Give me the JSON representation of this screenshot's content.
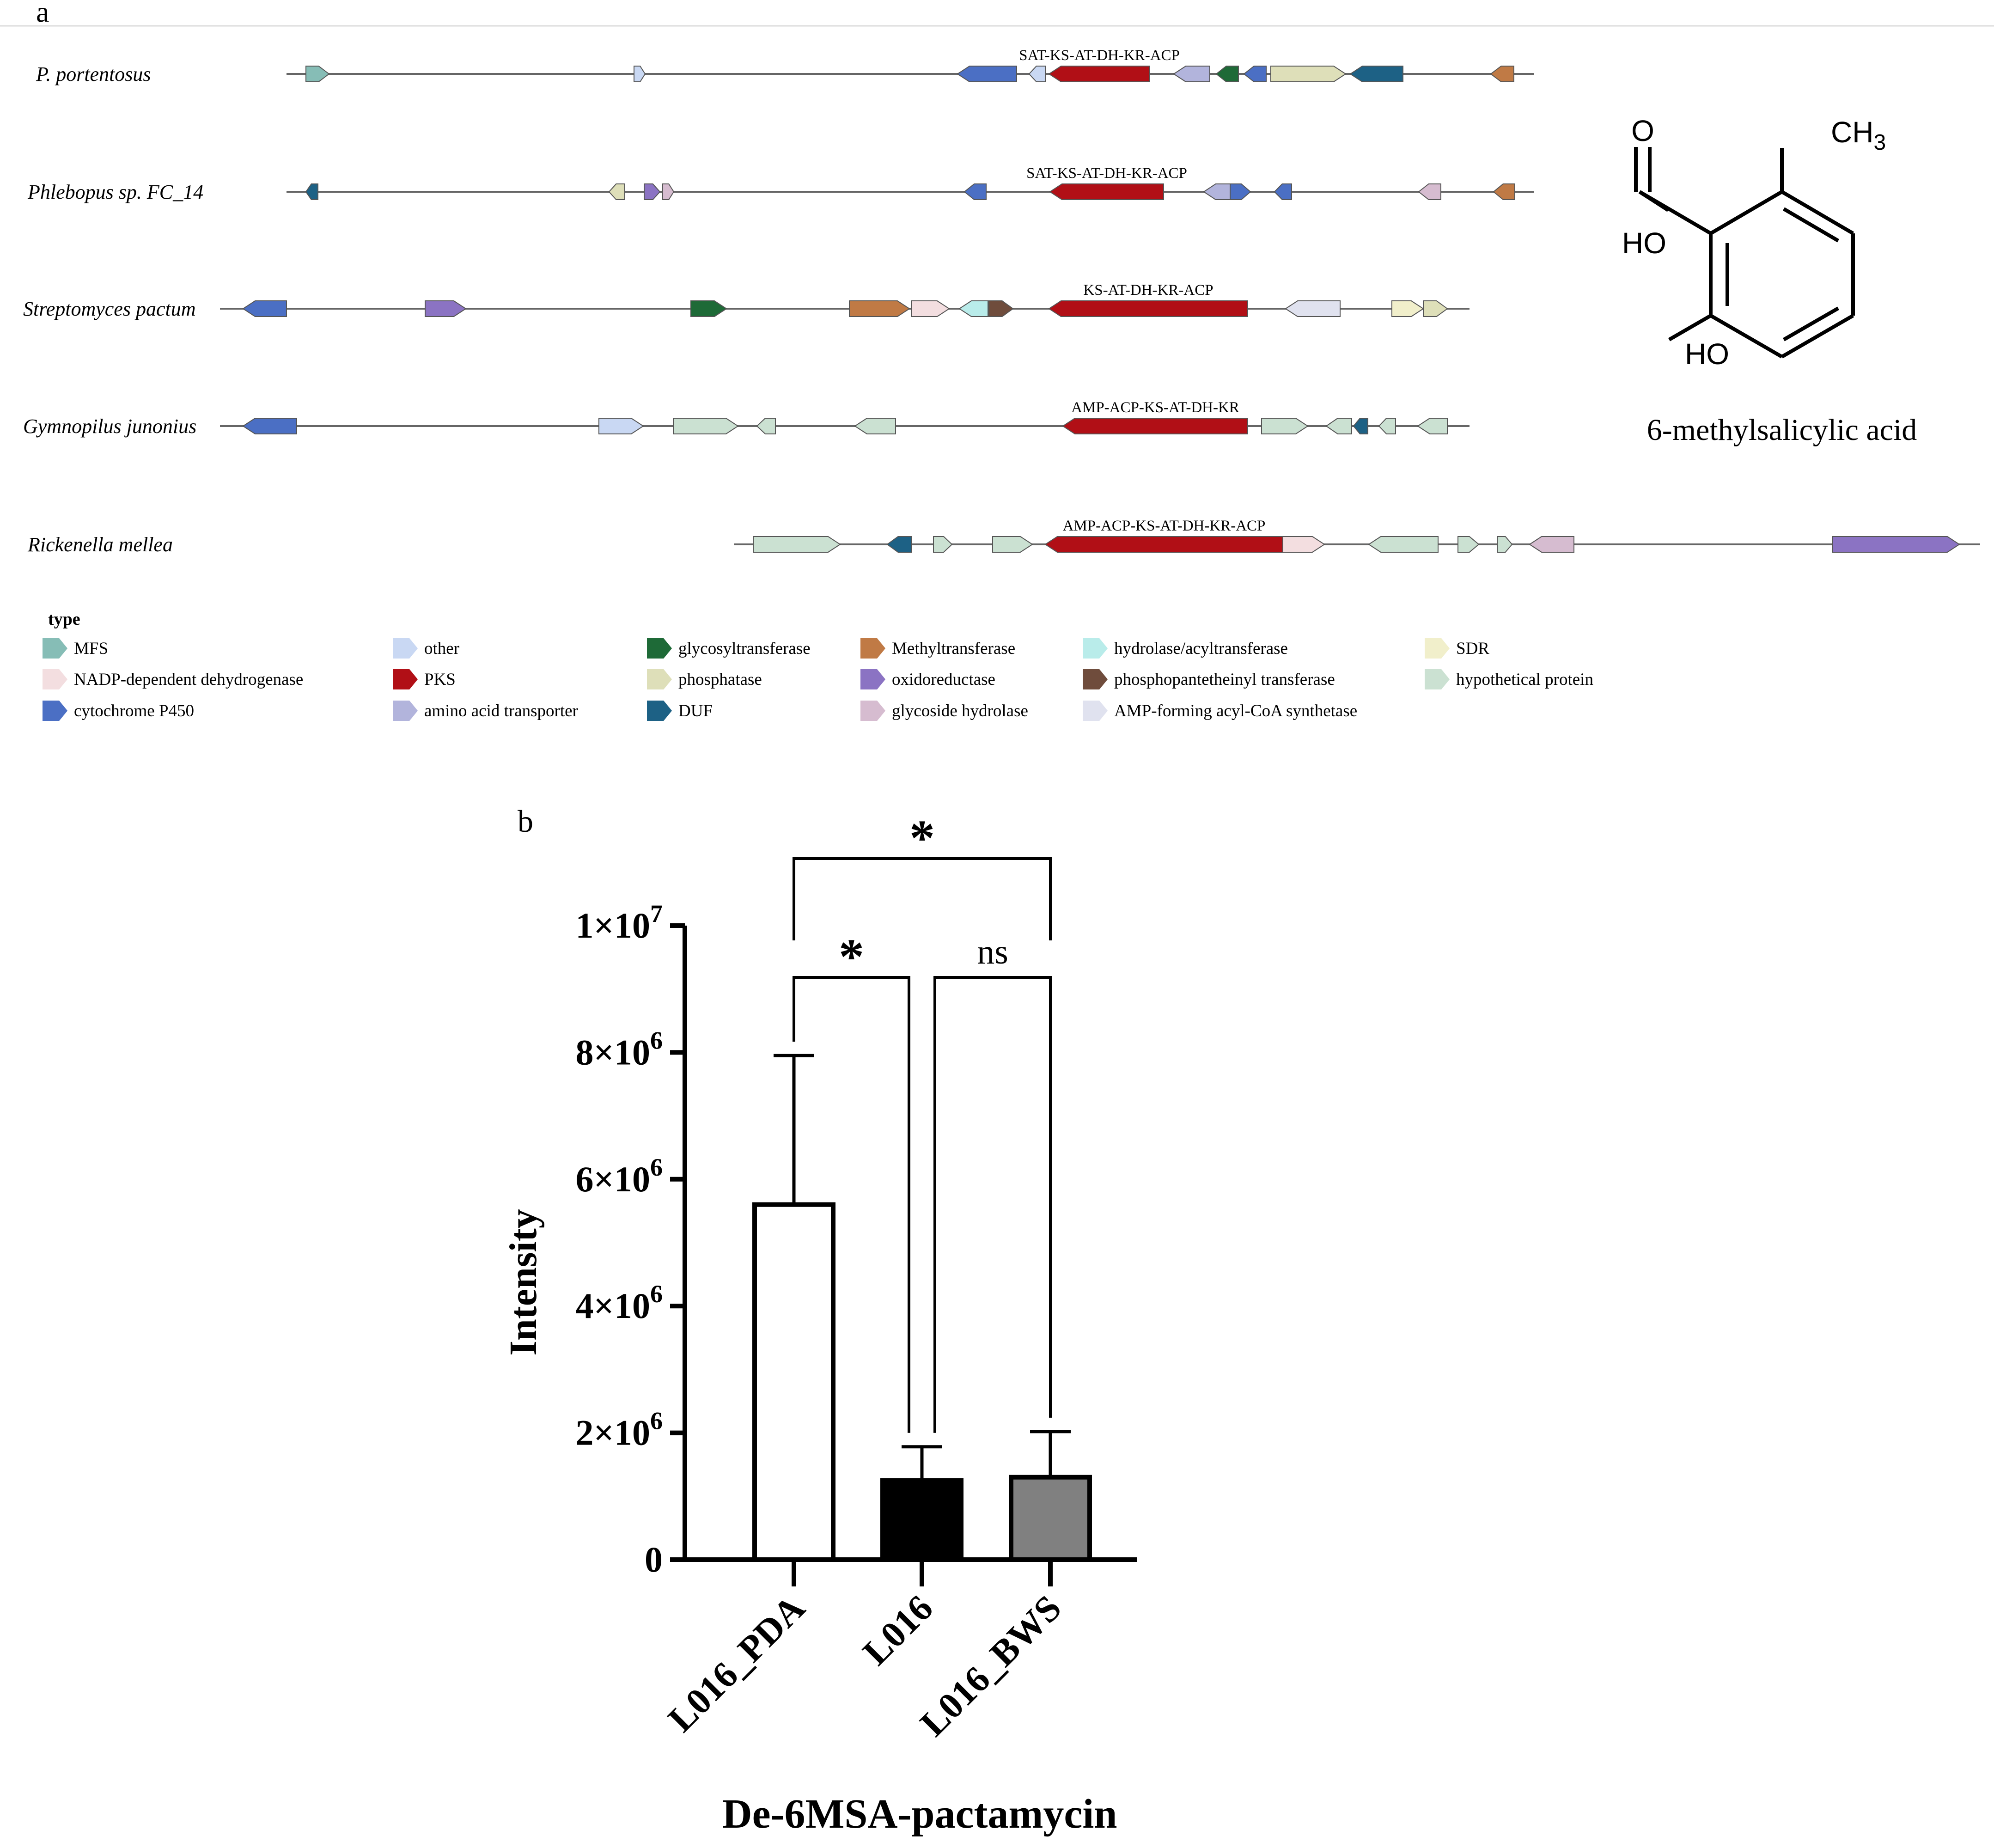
{
  "panel_a": {
    "label": "a",
    "legend_title": "type",
    "types": [
      {
        "key": "MFS",
        "label": "MFS",
        "color": "#86bdb6"
      },
      {
        "key": "other",
        "label": "other",
        "color": "#c9d8f3"
      },
      {
        "key": "glycosyltransferase",
        "label": "glycosyltransferase",
        "color": "#1e6a37"
      },
      {
        "key": "methyltransferase",
        "label": "Methyltransferase",
        "color": "#c07a45"
      },
      {
        "key": "hydrolase",
        "label": "hydrolase/acyltransferase",
        "color": "#b9ecea"
      },
      {
        "key": "sdr",
        "label": "SDR",
        "color": "#f1efcb"
      },
      {
        "key": "nadp",
        "label": "NADP-dependent dehydrogenase",
        "color": "#f3dee0"
      },
      {
        "key": "pks",
        "label": "PKS",
        "color": "#b10f16"
      },
      {
        "key": "phosphatase",
        "label": "phosphatase",
        "color": "#dedfb9"
      },
      {
        "key": "oxidoreductase",
        "label": "oxidoreductase",
        "color": "#8b73c3"
      },
      {
        "key": "ppt",
        "label": "phosphopantetheinyl transferase",
        "color": "#6f4c3c"
      },
      {
        "key": "hyp",
        "label": "hypothetical protein",
        "color": "#cbe1d2"
      },
      {
        "key": "p450",
        "label": "cytochrome P450",
        "color": "#4b6fc4"
      },
      {
        "key": "aat",
        "label": "amino acid transporter",
        "color": "#b2b4dc"
      },
      {
        "key": "duf",
        "label": "DUF",
        "color": "#1d6185"
      },
      {
        "key": "gh",
        "label": "glycoside hydrolase",
        "color": "#d6bcd0"
      },
      {
        "key": "amp",
        "label": "AMP-forming acyl-CoA synthetase",
        "color": "#e0e2ef"
      }
    ],
    "clusters": [
      {
        "name": "P. portentosus",
        "domain_label": "SAT-KS-AT-DH-KR-ACP",
        "span": [
          620,
          3320
        ],
        "genes": [
          {
            "start": 662,
            "end": 712,
            "dir": 1,
            "type": "MFS"
          },
          {
            "start": 1372,
            "end": 1396,
            "dir": 1,
            "type": "other"
          },
          {
            "start": 2072,
            "end": 2200,
            "dir": -1,
            "type": "p450"
          },
          {
            "start": 2227,
            "end": 2262,
            "dir": -1,
            "type": "other"
          },
          {
            "start": 2270,
            "end": 2488,
            "dir": -1,
            "type": "pks"
          },
          {
            "start": 2540,
            "end": 2618,
            "dir": -1,
            "type": "aat"
          },
          {
            "start": 2632,
            "end": 2680,
            "dir": -1,
            "type": "glycosyltransferase"
          },
          {
            "start": 2692,
            "end": 2740,
            "dir": -1,
            "type": "p450"
          },
          {
            "start": 2750,
            "end": 2912,
            "dir": 1,
            "type": "phosphatase"
          },
          {
            "start": 2922,
            "end": 3036,
            "dir": -1,
            "type": "duf"
          },
          {
            "start": 3226,
            "end": 3276,
            "dir": -1,
            "type": "methyltransferase"
          }
        ]
      },
      {
        "name": "Phlebopus sp. FC_14",
        "domain_label": "SAT-KS-AT-DH-KR-ACP",
        "span": [
          620,
          3320
        ],
        "genes": [
          {
            "start": 662,
            "end": 688,
            "dir": -1,
            "type": "duf"
          },
          {
            "start": 1318,
            "end": 1352,
            "dir": -1,
            "type": "phosphatase"
          },
          {
            "start": 1394,
            "end": 1428,
            "dir": 1,
            "type": "oxidoreductase"
          },
          {
            "start": 1434,
            "end": 1458,
            "dir": 1,
            "type": "gh"
          },
          {
            "start": 2087,
            "end": 2134,
            "dir": -1,
            "type": "p450"
          },
          {
            "start": 2272,
            "end": 2518,
            "dir": -1,
            "type": "pks"
          },
          {
            "start": 2605,
            "end": 2662,
            "dir": -1,
            "type": "aat"
          },
          {
            "start": 2662,
            "end": 2706,
            "dir": 1,
            "type": "p450"
          },
          {
            "start": 2758,
            "end": 2795,
            "dir": -1,
            "type": "p450"
          },
          {
            "start": 3070,
            "end": 3118,
            "dir": -1,
            "type": "gh"
          },
          {
            "start": 3232,
            "end": 3278,
            "dir": -1,
            "type": "methyltransferase"
          }
        ]
      },
      {
        "name": "Streptomyces pactum",
        "domain_label": "KS-AT-DH-KR-ACP",
        "span": [
          476,
          3180
        ],
        "genes": [
          {
            "start": 526,
            "end": 620,
            "dir": -1,
            "type": "p450"
          },
          {
            "start": 920,
            "end": 1008,
            "dir": 1,
            "type": "oxidoreductase"
          },
          {
            "start": 1495,
            "end": 1572,
            "dir": 1,
            "type": "glycosyltransferase"
          },
          {
            "start": 1838,
            "end": 1968,
            "dir": 1,
            "type": "methyltransferase"
          },
          {
            "start": 1972,
            "end": 2054,
            "dir": 1,
            "type": "nadp"
          },
          {
            "start": 2076,
            "end": 2138,
            "dir": -1,
            "type": "hydrolase"
          },
          {
            "start": 2140,
            "end": 2192,
            "dir": 1,
            "type": "ppt"
          },
          {
            "start": 2270,
            "end": 2700,
            "dir": -1,
            "type": "pks"
          },
          {
            "start": 2782,
            "end": 2900,
            "dir": -1,
            "type": "amp"
          },
          {
            "start": 3012,
            "end": 3080,
            "dir": 1,
            "type": "sdr"
          },
          {
            "start": 3080,
            "end": 3132,
            "dir": 1,
            "type": "phosphatase"
          }
        ]
      },
      {
        "name": "Gymnopilus junonius",
        "domain_label": "AMP-ACP-KS-AT-DH-KR",
        "span": [
          476,
          3180
        ],
        "genes": [
          {
            "start": 526,
            "end": 642,
            "dir": -1,
            "type": "p450"
          },
          {
            "start": 1296,
            "end": 1392,
            "dir": 1,
            "type": "other"
          },
          {
            "start": 1457,
            "end": 1597,
            "dir": 1,
            "type": "hyp"
          },
          {
            "start": 1638,
            "end": 1678,
            "dir": -1,
            "type": "hyp"
          },
          {
            "start": 1850,
            "end": 1938,
            "dir": -1,
            "type": "hyp"
          },
          {
            "start": 2300,
            "end": 2700,
            "dir": -1,
            "type": "pks"
          },
          {
            "start": 2730,
            "end": 2830,
            "dir": 1,
            "type": "hyp"
          },
          {
            "start": 2870,
            "end": 2925,
            "dir": -1,
            "type": "hyp"
          },
          {
            "start": 2929,
            "end": 2960,
            "dir": -1,
            "type": "duf"
          },
          {
            "start": 2984,
            "end": 3020,
            "dir": -1,
            "type": "hyp"
          },
          {
            "start": 3068,
            "end": 3132,
            "dir": -1,
            "type": "hyp"
          }
        ]
      },
      {
        "name": "Rickenella mellea",
        "domain_label": "AMP-ACP-KS-AT-DH-KR-ACP",
        "span": [
          1588,
          4285
        ],
        "genes": [
          {
            "start": 1630,
            "end": 1818,
            "dir": 1,
            "type": "hyp"
          },
          {
            "start": 1920,
            "end": 1972,
            "dir": -1,
            "type": "duf"
          },
          {
            "start": 2020,
            "end": 2060,
            "dir": 1,
            "type": "hyp"
          },
          {
            "start": 2148,
            "end": 2234,
            "dir": 1,
            "type": "hyp"
          },
          {
            "start": 2262,
            "end": 2776,
            "dir": -1,
            "type": "pks"
          },
          {
            "start": 2776,
            "end": 2866,
            "dir": 1,
            "type": "nadp"
          },
          {
            "start": 2962,
            "end": 3112,
            "dir": -1,
            "type": "hyp"
          },
          {
            "start": 3155,
            "end": 3200,
            "dir": 1,
            "type": "hyp"
          },
          {
            "start": 3240,
            "end": 3272,
            "dir": 1,
            "type": "hyp"
          },
          {
            "start": 3310,
            "end": 3406,
            "dir": -1,
            "type": "gh"
          },
          {
            "start": 3966,
            "end": 4240,
            "dir": 1,
            "type": "oxidoreductase"
          }
        ]
      }
    ],
    "compound": {
      "name": "6-methylsalicylic acid",
      "o_label": "O",
      "ch3_label": "CH3",
      "ch_prefix": "CH",
      "ch_sub": "3",
      "ho_acid_label": "HO",
      "ho_phenol_label": "HO"
    }
  },
  "chart_data": {
    "type": "bar",
    "panel_label": "b",
    "title": "De-6MSA-pactamycin",
    "ylabel": "Intensity",
    "xlabel": "",
    "categories": [
      "L016_PDA",
      "L016",
      "L016_BWS"
    ],
    "values": [
      5600000,
      1250000,
      1300000
    ],
    "error_upper": [
      7950000,
      1780000,
      2020000
    ],
    "bar_colors": [
      "#ffffff",
      "#000000",
      "#808080"
    ],
    "ylim": [
      0,
      10000000
    ],
    "yticks": [
      {
        "value": 0,
        "base": "0",
        "exp": ""
      },
      {
        "value": 2000000,
        "base": "2×10",
        "exp": "6"
      },
      {
        "value": 4000000,
        "base": "4×10",
        "exp": "6"
      },
      {
        "value": 6000000,
        "base": "6×10",
        "exp": "6"
      },
      {
        "value": 8000000,
        "base": "8×10",
        "exp": "6"
      },
      {
        "value": 10000000,
        "base": "1×10",
        "exp": "7"
      }
    ],
    "significance": [
      {
        "from": 0,
        "to": 1,
        "label": "*"
      },
      {
        "from": 1,
        "to": 2,
        "label": "ns"
      },
      {
        "from": 0,
        "to": 2,
        "label": "*"
      }
    ],
    "grid": false
  }
}
